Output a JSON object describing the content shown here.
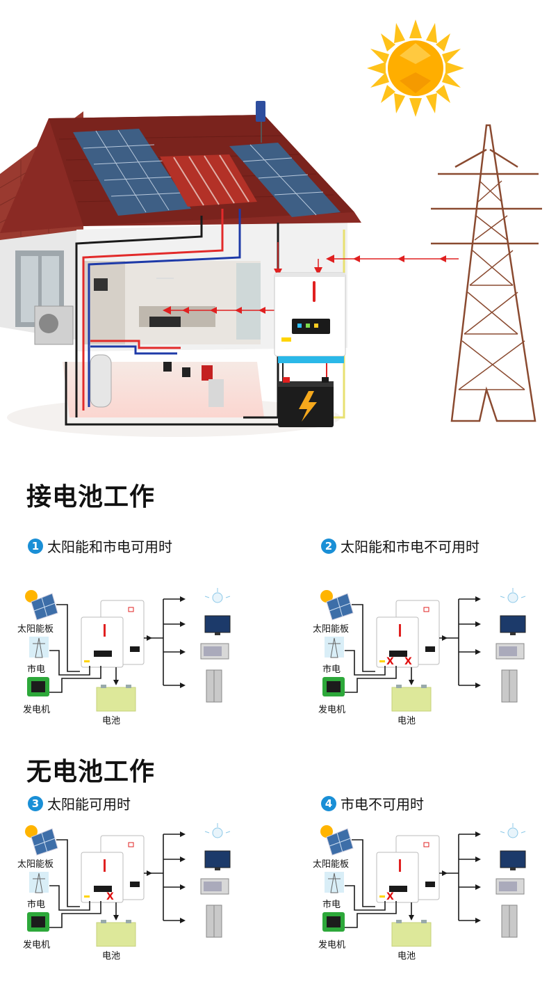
{
  "sections": {
    "with_battery": {
      "title": "接电池工作",
      "cases": [
        {
          "number": "1",
          "title": "太阳能和市电可用时"
        },
        {
          "number": "2",
          "title": "太阳能和市电不可用时"
        }
      ]
    },
    "without_battery": {
      "title": "无电池工作",
      "cases": [
        {
          "number": "3",
          "title": "太阳能可用时"
        },
        {
          "number": "4",
          "title": "市电不可用时"
        }
      ]
    }
  },
  "labels": {
    "solar_panel": "太阳能板",
    "grid": "市电",
    "generator": "发电机",
    "battery": "电池",
    "cross_mark": "X"
  },
  "icons": [
    "sun-icon",
    "house-illustration",
    "power-tower-icon",
    "inverter-icon",
    "battery-icon",
    "solar-panel-icon",
    "light-bulb-icon",
    "tv-icon",
    "microwave-icon",
    "fridge-icon",
    "generator-icon",
    "arrow-icon"
  ],
  "colors": {
    "badge": "#1a8fd6",
    "flow_arrow": "#e02020",
    "cross": "#e01010",
    "battery_fill": "#dde89a",
    "battery_bolt": "#f5a81c",
    "roof": "#8a2a24",
    "tower": "#8a4a30",
    "sun": "#ffb400"
  }
}
